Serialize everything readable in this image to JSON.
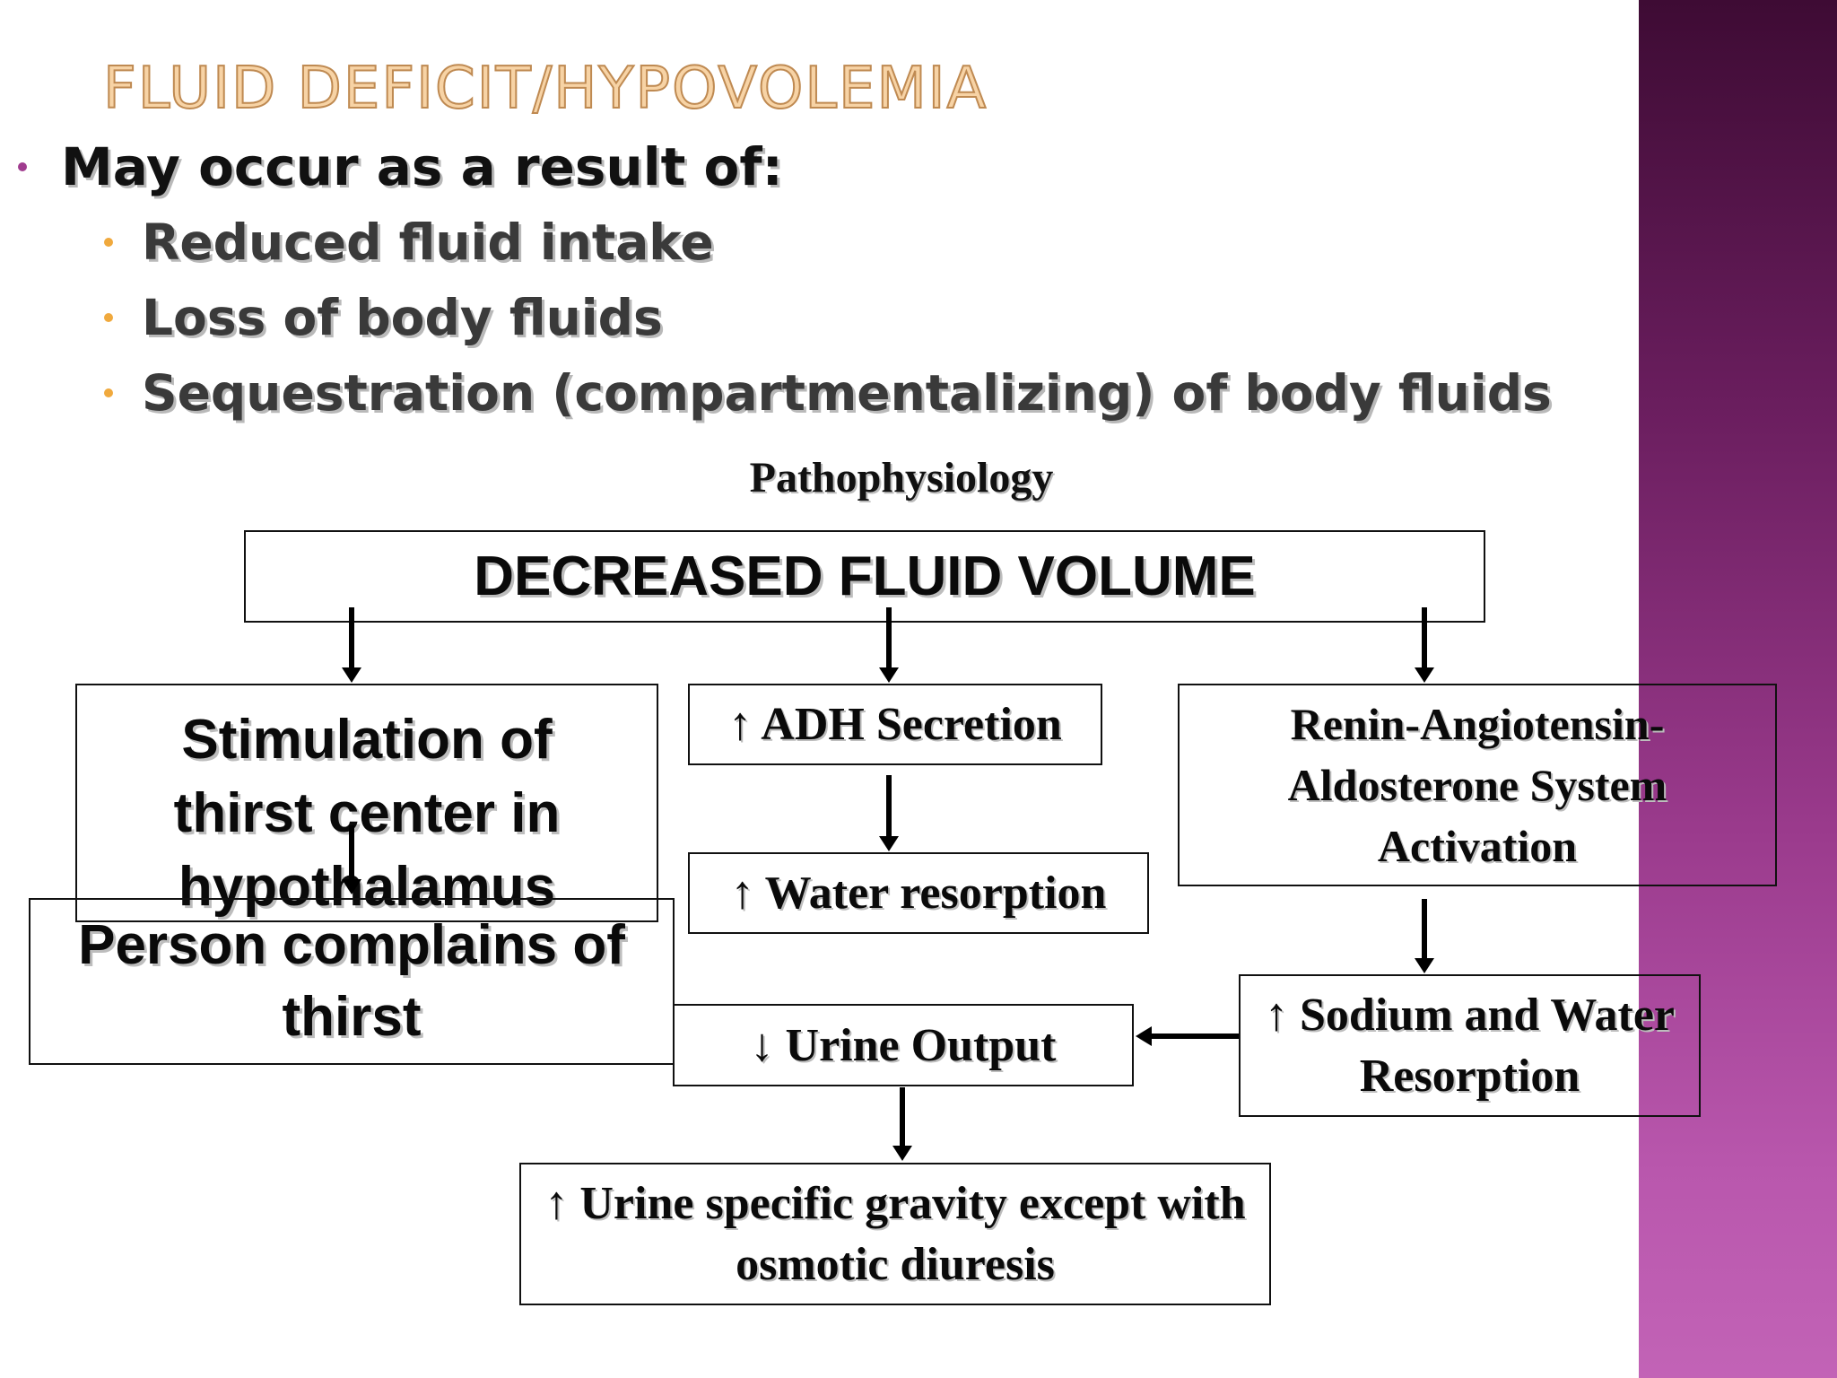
{
  "slide": {
    "title": "FLUID DEFICIT/HYPOVOLEMIA",
    "main_bullet": "May occur as a result of:",
    "sub_bullets": [
      "Reduced fluid intake",
      "Loss of body fluids",
      "Sequestration (compartmentalizing) of body fluids"
    ],
    "colors": {
      "title_fill": "#f7d3a5",
      "title_outline": "#bf8a52",
      "main_bullet_marker": "#a03c8f",
      "sub_bullet_marker": "#f0a93d",
      "side_band_top": "#3e0b34",
      "side_band_bottom": "#c263b6"
    }
  },
  "diagram": {
    "heading": "Pathophysiology",
    "nodes": {
      "decreased_volume": "DECREASED FLUID VOLUME",
      "thirst_center": "Stimulation of thirst center in hypothalamus",
      "adh_secretion": "↑ ADH Secretion",
      "water_resorption": "↑ Water resorption",
      "raas": "Renin-Angiotensin-Aldosterone System Activation",
      "complains_thirst": "Person complains of thirst",
      "urine_output": "↓ Urine Output",
      "sodium_water": "↑ Sodium and Water Resorption",
      "specific_gravity": "↑ Urine specific gravity except with osmotic diuresis"
    }
  }
}
